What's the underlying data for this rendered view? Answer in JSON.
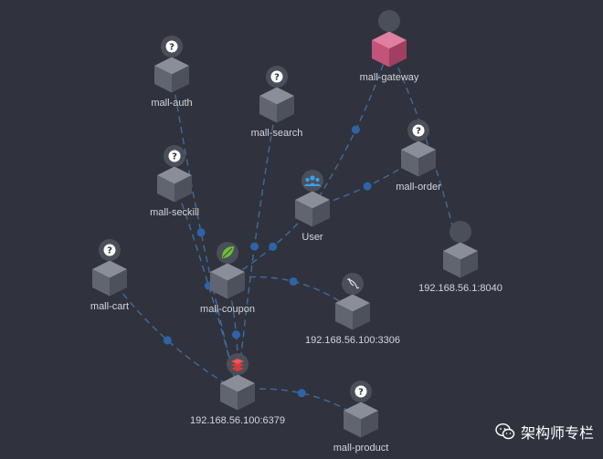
{
  "nodes": [
    {
      "id": "mall-gateway",
      "label": "mall-gateway",
      "icon": "gateway-circle-icon",
      "type": "gateway"
    },
    {
      "id": "mall-auth",
      "label": "mall-auth",
      "icon": "question-mark-icon",
      "type": "service"
    },
    {
      "id": "mall-search",
      "label": "mall-search",
      "icon": "question-mark-icon",
      "type": "service"
    },
    {
      "id": "mall-order",
      "label": "mall-order",
      "icon": "question-mark-icon",
      "type": "service"
    },
    {
      "id": "mall-seckill",
      "label": "mall-seckill",
      "icon": "question-mark-icon",
      "type": "service"
    },
    {
      "id": "user",
      "label": "User",
      "icon": "users-icon",
      "type": "user"
    },
    {
      "id": "mall-cart",
      "label": "mall-cart",
      "icon": "question-mark-icon",
      "type": "service"
    },
    {
      "id": "mall-coupon",
      "label": "mall-coupon",
      "icon": "spring-leaf-icon",
      "type": "service"
    },
    {
      "id": "ip-8040",
      "label": "192.168.56.1:8040",
      "icon": "endpoint-circle-icon",
      "type": "endpoint"
    },
    {
      "id": "ip-3306",
      "label": "192.168.56.100:3306",
      "icon": "mysql-dolphin-icon",
      "type": "database"
    },
    {
      "id": "ip-6379",
      "label": "192.168.56.100:6379",
      "icon": "redis-icon",
      "type": "cache"
    },
    {
      "id": "mall-product",
      "label": "mall-product",
      "icon": "question-mark-icon",
      "type": "service"
    }
  ],
  "edges": [
    [
      "user",
      "mall-gateway"
    ],
    [
      "mall-gateway",
      "ip-8040"
    ],
    [
      "user",
      "mall-order"
    ],
    [
      "user",
      "mall-coupon"
    ],
    [
      "mall-auth",
      "ip-6379"
    ],
    [
      "mall-search",
      "ip-6379"
    ],
    [
      "mall-seckill",
      "ip-6379"
    ],
    [
      "mall-cart",
      "ip-6379"
    ],
    [
      "mall-coupon",
      "ip-6379"
    ],
    [
      "mall-coupon",
      "ip-3306"
    ],
    [
      "ip-6379",
      "mall-product"
    ]
  ],
  "colors": {
    "background": "#30333d",
    "edge": "#3f6c9e",
    "edge_dot": "#2f63a6",
    "gateway": "#c25479"
  },
  "watermark": {
    "text": "架构师专栏",
    "icon": "wechat-icon"
  }
}
